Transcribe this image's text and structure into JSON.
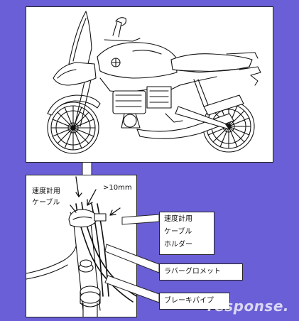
{
  "labels": {
    "speedo_cable": [
      "速度計用",
      "ケーブル"
    ],
    "gap": ">10mm",
    "cable_holder": [
      "速度計用",
      "ケーブル",
      "ホルダー"
    ],
    "rubber_grommet": "ラバーグロメット",
    "brake_pipe": "ブレーキパイプ"
  },
  "watermark": "response.",
  "colors": {
    "background": "#6a5fd6",
    "panel": "#ffffff",
    "line": "#111111"
  }
}
